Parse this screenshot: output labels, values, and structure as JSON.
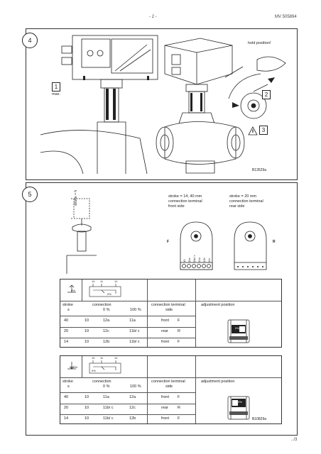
{
  "header": {
    "page": "- 2 -",
    "doc": "MV 505894",
    "footer": "../3"
  },
  "panel4": {
    "num": "4",
    "hold": "hold position!",
    "max": "max.",
    "steps": [
      "1",
      "2",
      "3"
    ],
    "ref": "B13529a"
  },
  "panel5": {
    "num": "5",
    "stroke_vertical": "stroke = h",
    "front_caption": [
      "stroke = 14, 40 mm",
      "connection terminal",
      "front side"
    ],
    "rear_caption": [
      "stroke = 20 mm",
      "connection terminal",
      "rear side"
    ],
    "front_letter": "F",
    "rear_letter": "R",
    "terminals": [
      "10",
      "11a",
      "11b/ c",
      "12a",
      "12b",
      "12c"
    ],
    "ref": "B10829a"
  },
  "table1": {
    "switch_labels": [
      "10",
      "11",
      "12"
    ],
    "icon_pct": "0%",
    "switch_pct": "0%",
    "h_stroke": "stroke",
    "h_s": "s",
    "h_connection": "connection",
    "h_0": "0 %",
    "h_100": "100 %",
    "h_term": "connection terminal",
    "h_side": "side",
    "h_adj": "adjustment position",
    "adj_pct": "0%",
    "rows": [
      {
        "s": "40",
        "c": "10",
        "p0": "12a",
        "p100": "11a",
        "side": "front",
        "pos": "F"
      },
      {
        "s": "20",
        "c": "10",
        "p0": "12c",
        "p100": "11b/ c",
        "side": "rear",
        "pos": "R"
      },
      {
        "s": "14",
        "c": "10",
        "p0": "12b",
        "p100": "11b/ c",
        "side": "front",
        "pos": "F"
      }
    ]
  },
  "table2": {
    "switch_labels": [
      "10",
      "11",
      "12"
    ],
    "icon_pct": "100%",
    "switch_pct": "0%",
    "h_stroke": "stroke",
    "h_s": "s",
    "h_connection": "connection",
    "h_0": "0 %",
    "h_100": "100 %",
    "h_term": "connection terminal",
    "h_side": "side",
    "h_adj": "adjustment position",
    "adj_pct": "0%",
    "rows": [
      {
        "s": "40",
        "c": "10",
        "p0": "11a",
        "p100": "12a",
        "side": "front",
        "pos": "F"
      },
      {
        "s": "20",
        "c": "10",
        "p0": "11b/ c",
        "p100": "12c",
        "side": "rear",
        "pos": "R"
      },
      {
        "s": "14",
        "c": "10",
        "p0": "11b/ c",
        "p100": "12b",
        "side": "front",
        "pos": "F"
      }
    ]
  }
}
